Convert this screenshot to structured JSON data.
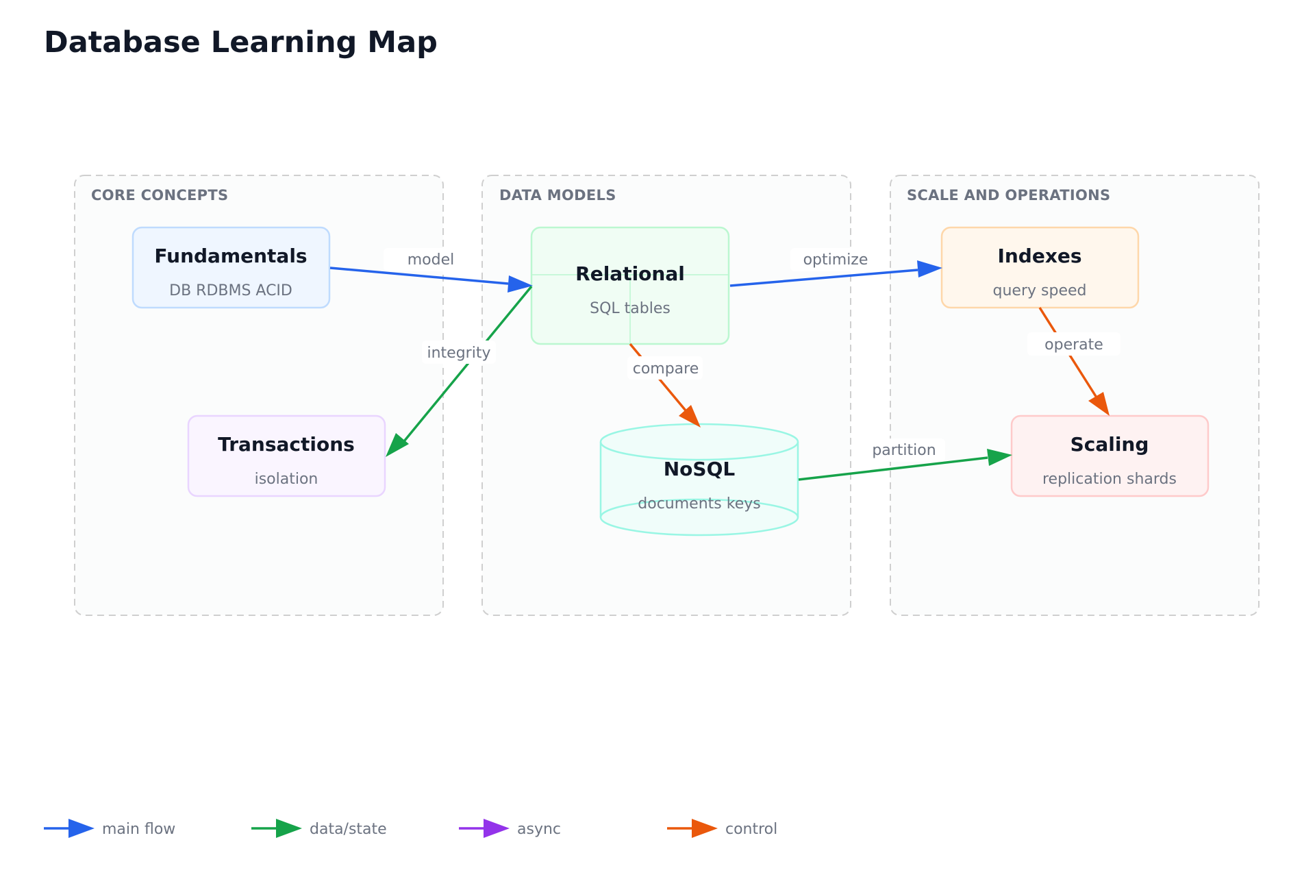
{
  "title": "Database Learning Map",
  "colors": {
    "main_flow": "#2563eb",
    "data_state": "#16a34a",
    "async": "#9333ea",
    "control": "#ea580c"
  },
  "groups": [
    {
      "id": "core",
      "label": "CORE CONCEPTS"
    },
    {
      "id": "models",
      "label": "DATA MODELS"
    },
    {
      "id": "scale",
      "label": "SCALE AND OPERATIONS"
    }
  ],
  "nodes": {
    "fundamentals": {
      "title": "Fundamentals",
      "subtitle": "DB RDBMS ACID"
    },
    "transactions": {
      "title": "Transactions",
      "subtitle": "isolation"
    },
    "relational": {
      "title": "Relational",
      "subtitle": "SQL tables"
    },
    "nosql": {
      "title": "NoSQL",
      "subtitle": "documents keys"
    },
    "indexes": {
      "title": "Indexes",
      "subtitle": "query speed"
    },
    "scaling": {
      "title": "Scaling",
      "subtitle": "replication shards"
    }
  },
  "edges": [
    {
      "from": "fundamentals",
      "to": "relational",
      "label": "model",
      "kind": "main_flow"
    },
    {
      "from": "relational",
      "to": "transactions",
      "label": "integrity",
      "kind": "data_state"
    },
    {
      "from": "relational",
      "to": "nosql",
      "label": "compare",
      "kind": "control"
    },
    {
      "from": "relational",
      "to": "indexes",
      "label": "optimize",
      "kind": "main_flow"
    },
    {
      "from": "indexes",
      "to": "scaling",
      "label": "operate",
      "kind": "control"
    },
    {
      "from": "nosql",
      "to": "scaling",
      "label": "partition",
      "kind": "data_state"
    }
  ],
  "legend": [
    {
      "kind": "main_flow",
      "label": "main flow"
    },
    {
      "kind": "data_state",
      "label": "data/state"
    },
    {
      "kind": "async",
      "label": "async"
    },
    {
      "kind": "control",
      "label": "control"
    }
  ]
}
